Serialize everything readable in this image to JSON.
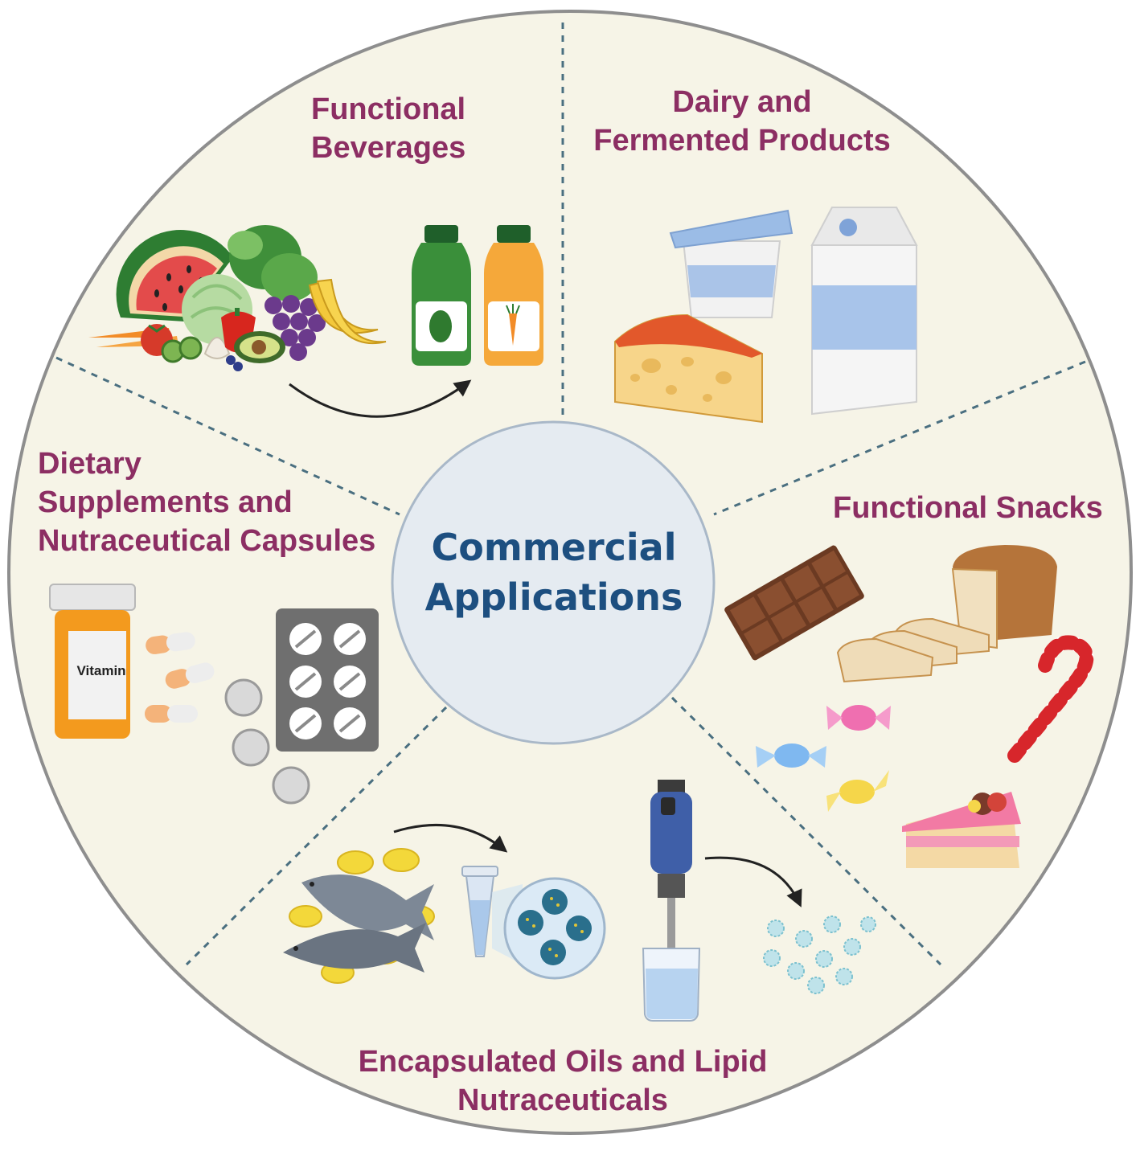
{
  "center": {
    "line1": "Commercial",
    "line2": "Applications"
  },
  "sections": {
    "beverages": {
      "line1": "Functional",
      "line2": "Beverages"
    },
    "dairy": {
      "line1": "Dairy and",
      "line2": "Fermented Products"
    },
    "snacks": {
      "line1": "Functional Snacks"
    },
    "supplements": {
      "line1": "Dietary",
      "line2": "Supplements and",
      "line3": "Nutraceutical Capsules"
    },
    "oils": {
      "line1": "Encapsulated Oils and Lipid",
      "line2": "Nutraceuticals"
    }
  },
  "vitamin_label": "Vitamin",
  "colors": {
    "background": "#f6f4e7",
    "outline": "#8e8e8e",
    "divider": "#4a6f80",
    "section_title": "#8c2e63",
    "center_title": "#1d4f80",
    "center_fill": "#e5ebf1"
  }
}
